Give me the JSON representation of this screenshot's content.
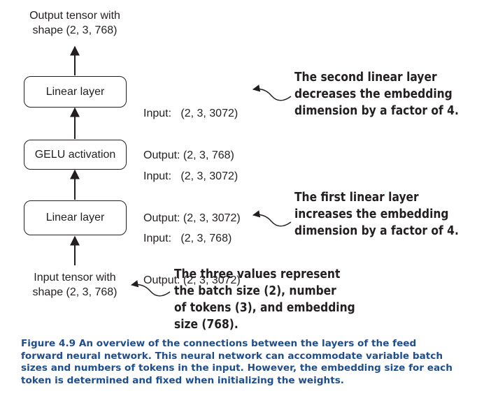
{
  "diagram": {
    "output_label": [
      "Output tensor with",
      "shape (2, 3, 768)"
    ],
    "input_label": [
      "Input tensor with",
      "shape (2, 3, 768)"
    ],
    "nodes": {
      "top": "Linear layer",
      "middle": "GELU activation",
      "bottom": "Linear layer"
    },
    "io": {
      "top": {
        "input": "Input:   (2, 3, 3072)",
        "output": "Output: (2, 3, 768)"
      },
      "middle": {
        "input": "Input:   (2, 3, 3072)",
        "output": "Output: (2, 3, 3072)"
      },
      "bottom": {
        "input": "Input:   (2, 3, 768)",
        "output": "Output: (2, 3, 3072)"
      }
    },
    "annotations": {
      "second_layer": [
        "The second linear layer",
        "decreases the embedding",
        "dimension by a factor of 4."
      ],
      "first_layer": [
        "The first linear layer",
        "increases the embedding",
        "dimension by a factor of 4."
      ],
      "three_values": [
        "The three values represent",
        "the batch size (2), number",
        "of tokens (3), and embedding",
        "size (768)."
      ]
    }
  },
  "caption": "Figure 4.9 An overview of the connections between the layers of the feed forward neural network. This neural network can accommodate variable batch sizes and numbers of tokens in the input. However, the embedding size for each token is determined and fixed when initializing the weights.",
  "colors": {
    "ink": "#231f20",
    "caption": "#1f4e8c"
  }
}
